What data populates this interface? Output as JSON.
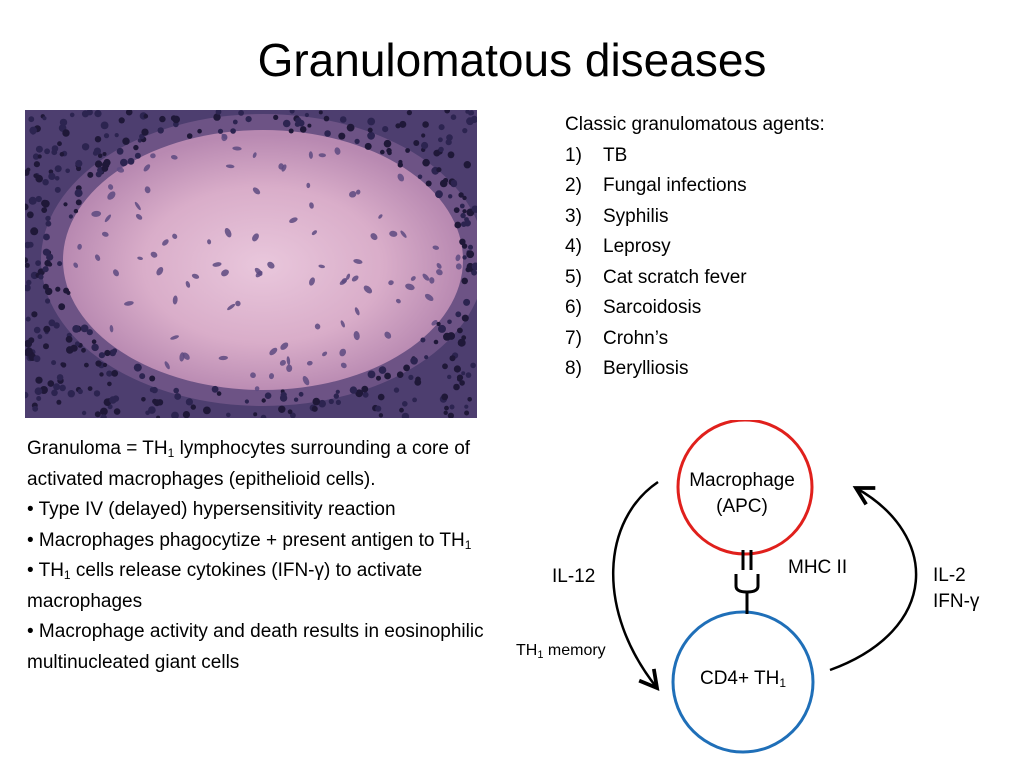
{
  "title": "Granulomatous diseases",
  "agents": {
    "heading": "Classic granulomatous agents:",
    "items": [
      {
        "num": "1)",
        "text": "TB"
      },
      {
        "num": "2)",
        "text": "Fungal infections"
      },
      {
        "num": "3)",
        "text": "Syphilis"
      },
      {
        "num": "4)",
        "text": "Leprosy"
      },
      {
        "num": "5)",
        "text": "Cat scratch fever"
      },
      {
        "num": "6)",
        "text": "Sarcoidosis"
      },
      {
        "num": "7)",
        "text": "Crohn’s"
      },
      {
        "num": "8)",
        "text": "Berylliosis"
      }
    ]
  },
  "description": {
    "definition_prefix": "Granuloma = TH",
    "definition_sub": "1",
    "definition_rest": " lymphocytes surrounding a core of activated macrophages (epithelioid cells).",
    "bullet_type_iv": "• Type IV (delayed) hypersensitivity reaction",
    "bullet_phago_prefix": "• Macrophages phagocytize + present antigen to TH",
    "bullet_phago_sub": "1",
    "bullet_th1_prefix": "• TH",
    "bullet_th1_sub": "1",
    "bullet_th1_rest": " cells release cytokines (IFN-γ) to activate macrophages",
    "bullet_giant": "• Macrophage activity and death results in eosinophilic multinucleated giant cells"
  },
  "diagram": {
    "macrophage_line1": "Macrophage",
    "macrophage_line2": "(APC)",
    "mhc": "MHC II",
    "il12": "IL-12",
    "il2": "IL-2",
    "ifn": "IFN-γ",
    "th1_memory_prefix": "TH",
    "th1_memory_sub": "1",
    "th1_memory_rest": " memory",
    "cd4_prefix": "CD4+ TH",
    "cd4_sub": "1",
    "colors": {
      "macrophage_circle": "#e0201c",
      "cd4_circle": "#1f6fb8"
    }
  }
}
